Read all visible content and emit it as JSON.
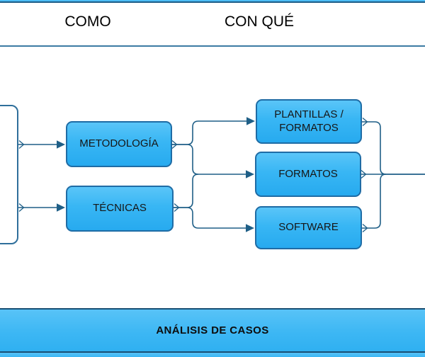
{
  "header": {
    "lane1_label": "COMO",
    "lane2_label": "CON QUÉ"
  },
  "diagram": {
    "middle_nodes": [
      {
        "label": "METODOLOGÍA"
      },
      {
        "label": "TÉCNICAS"
      }
    ],
    "right_nodes": [
      {
        "label": "PLANTILLAS / FORMATOS"
      },
      {
        "label": "FORMATOS"
      },
      {
        "label": "SOFTWARE"
      }
    ]
  },
  "banner": {
    "label": "ANÁLISIS DE CASOS"
  },
  "colors": {
    "node_fill_top": "#5ac5f8",
    "node_fill_bottom": "#27aaef",
    "node_border": "#1f6ca5",
    "connector": "#1f5f87",
    "divider": "#3c7ba3",
    "banner_border": "#194f74"
  }
}
